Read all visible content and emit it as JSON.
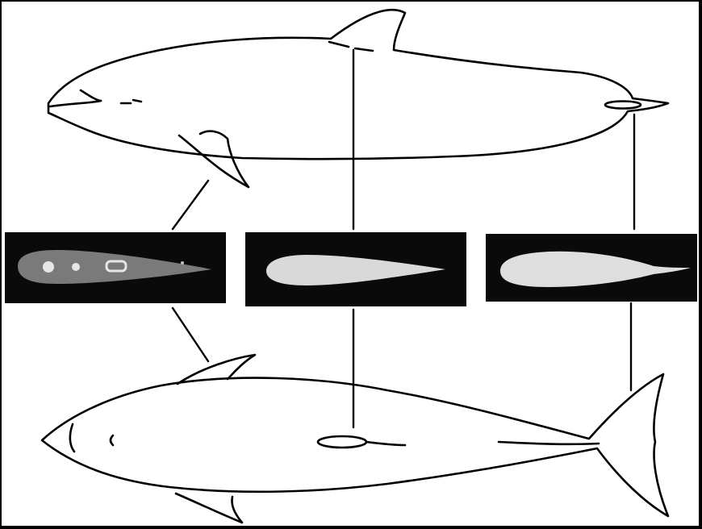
{
  "figure": {
    "subject": "dolphin-fin-cross-sections",
    "colors": {
      "background": "#ffffff",
      "frame": "#000000",
      "ink": "#000000",
      "section_panel": "#0a0a0a",
      "pectoral_section_fill": "#7a7a7a",
      "pectoral_inclusions": "#e6e6e6",
      "dorsal_section_fill": "#d9d9d9",
      "fluke_section_fill": "#dedede"
    },
    "views": [
      {
        "id": "lateral",
        "description_icon": "dolphin-side-view"
      },
      {
        "id": "dorsal",
        "description_icon": "dolphin-top-view"
      }
    ],
    "sections": [
      {
        "id": "pectoral",
        "icon": "pectoral-fin-cross-section"
      },
      {
        "id": "dorsal",
        "icon": "dorsal-fin-cross-section"
      },
      {
        "id": "fluke",
        "icon": "fluke-cross-section"
      }
    ]
  }
}
